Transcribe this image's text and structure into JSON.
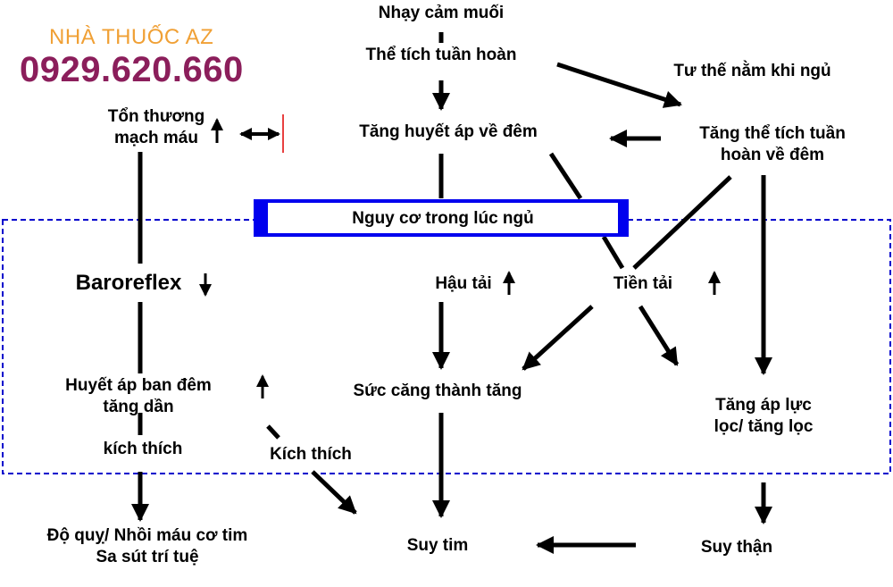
{
  "brand": {
    "name": "NHÀ THUỐC AZ",
    "phone": "0929.620.660",
    "name_color": "#f0a035",
    "phone_color": "#8b1e5b"
  },
  "nodes": {
    "salt_sensitivity": "Nhạy cảm muối",
    "circulating_volume": "Thể tích tuần hoàn",
    "sleep_posture": "Tư thế nằm khi ngủ",
    "vascular_damage_1": "Tổn thương",
    "vascular_damage_2": "mạch máu",
    "night_hypertension": "Tăng huyết áp về đêm",
    "night_volume_1": "Tăng thể tích tuần",
    "night_volume_2": "hoàn về đêm",
    "sleep_risk": "Nguy cơ trong lúc ngủ",
    "baroreflex": "Baroreflex",
    "afterload": "Hậu tải",
    "preload": "Tiền tải",
    "night_bp_rise_1": "Huyết áp ban đêm",
    "night_bp_rise_2": "tăng dần",
    "wall_tension": "Sức căng thành tăng",
    "filtration_1": "Tăng áp lực",
    "filtration_2": "lọc/ tăng lọc",
    "stimulation_left": "kích thích",
    "stimulation_right": "Kích thích",
    "stroke_1": "Độ quỵ/ Nhồi máu cơ tim",
    "stroke_2": "Sa sút trí tuệ",
    "heart_failure": "Suy tim",
    "kidney_failure": "Suy thận"
  },
  "colors": {
    "risk_border": "#0000ee",
    "dashed_region": "#0000cc",
    "tick_mark": "#e00000"
  }
}
